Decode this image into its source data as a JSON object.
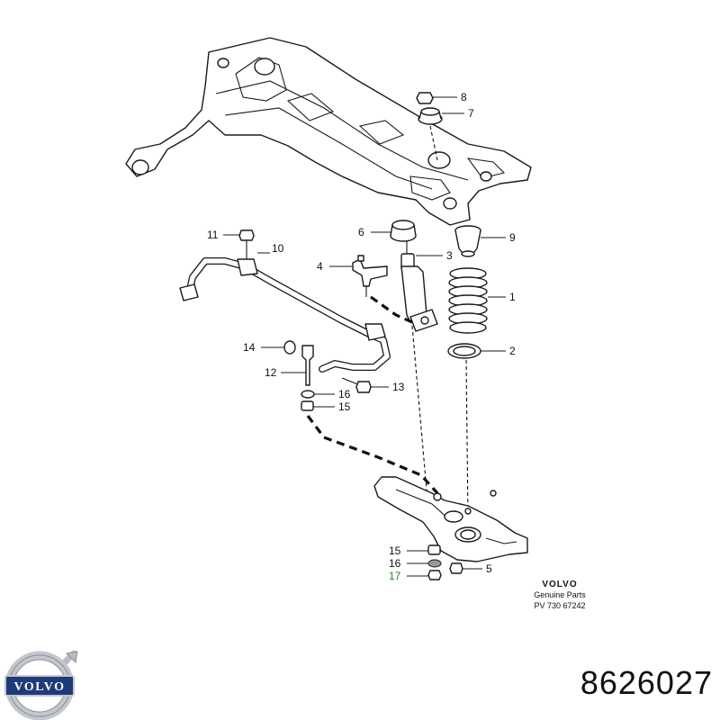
{
  "callouts": {
    "c1": "1",
    "c2": "2",
    "c3": "3",
    "c4": "4",
    "c5": "5",
    "c6": "6",
    "c7": "7",
    "c8": "8",
    "c9": "9",
    "c10": "10",
    "c11": "11",
    "c12": "12",
    "c13": "13",
    "c14": "14",
    "c15a": "15",
    "c15b": "15",
    "c16a": "16",
    "c16b": "16",
    "c17": "17"
  },
  "stamp": {
    "brand": "VOLVO",
    "line1": "Genuine Parts",
    "line2": "PV 730 67242"
  },
  "logo": {
    "text": "VOLVO",
    "icon": "volvo-iron-mark-icon"
  },
  "part_number": "8626027",
  "colors": {
    "ink": "#1a1a1a",
    "logo_blue": "#1f3a78",
    "logo_silver": "#b9bcc2",
    "callout_17": "#2e7d32"
  }
}
